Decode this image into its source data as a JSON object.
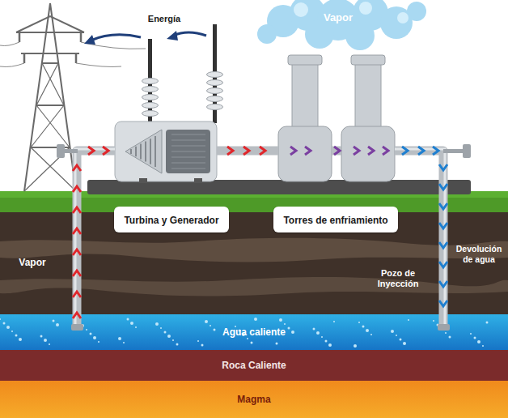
{
  "diagram": {
    "nodes": [
      {
        "text": [
          "Turbina y Generador"
        ]
      },
      {
        "text": [
          "Torres de enfriamiento"
        ]
      },
      {
        "text": [
          "Agua caliente"
        ]
      },
      {
        "text": [
          "Roca Caliente"
        ]
      },
      {
        "text": [
          "Magma"
        ]
      }
    ],
    "labels": [
      "Energía",
      "Vapor",
      "Vapor",
      "Devolución de agua",
      "Pozo de Inyección"
    ]
  }
}
